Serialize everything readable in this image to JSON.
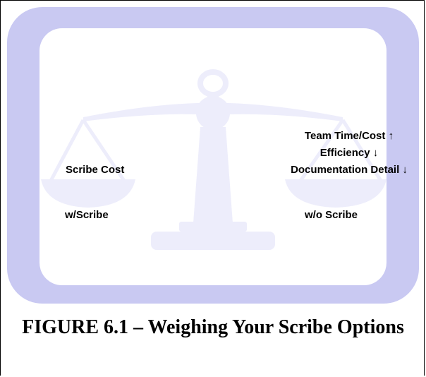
{
  "diagram": {
    "left_pan": {
      "item": "Scribe Cost",
      "label": "w/Scribe"
    },
    "right_pan": {
      "items": [
        "Team Time/Cost ↑",
        "Efficiency ↓",
        "Documentation Detail ↓"
      ],
      "label": "w/o Scribe"
    },
    "colors": {
      "frame_fill": "#c9c9f2",
      "scale_fill": "#ededfb",
      "background": "#ffffff"
    }
  },
  "caption": "FIGURE 6.1 – Weighing Your Scribe Options"
}
